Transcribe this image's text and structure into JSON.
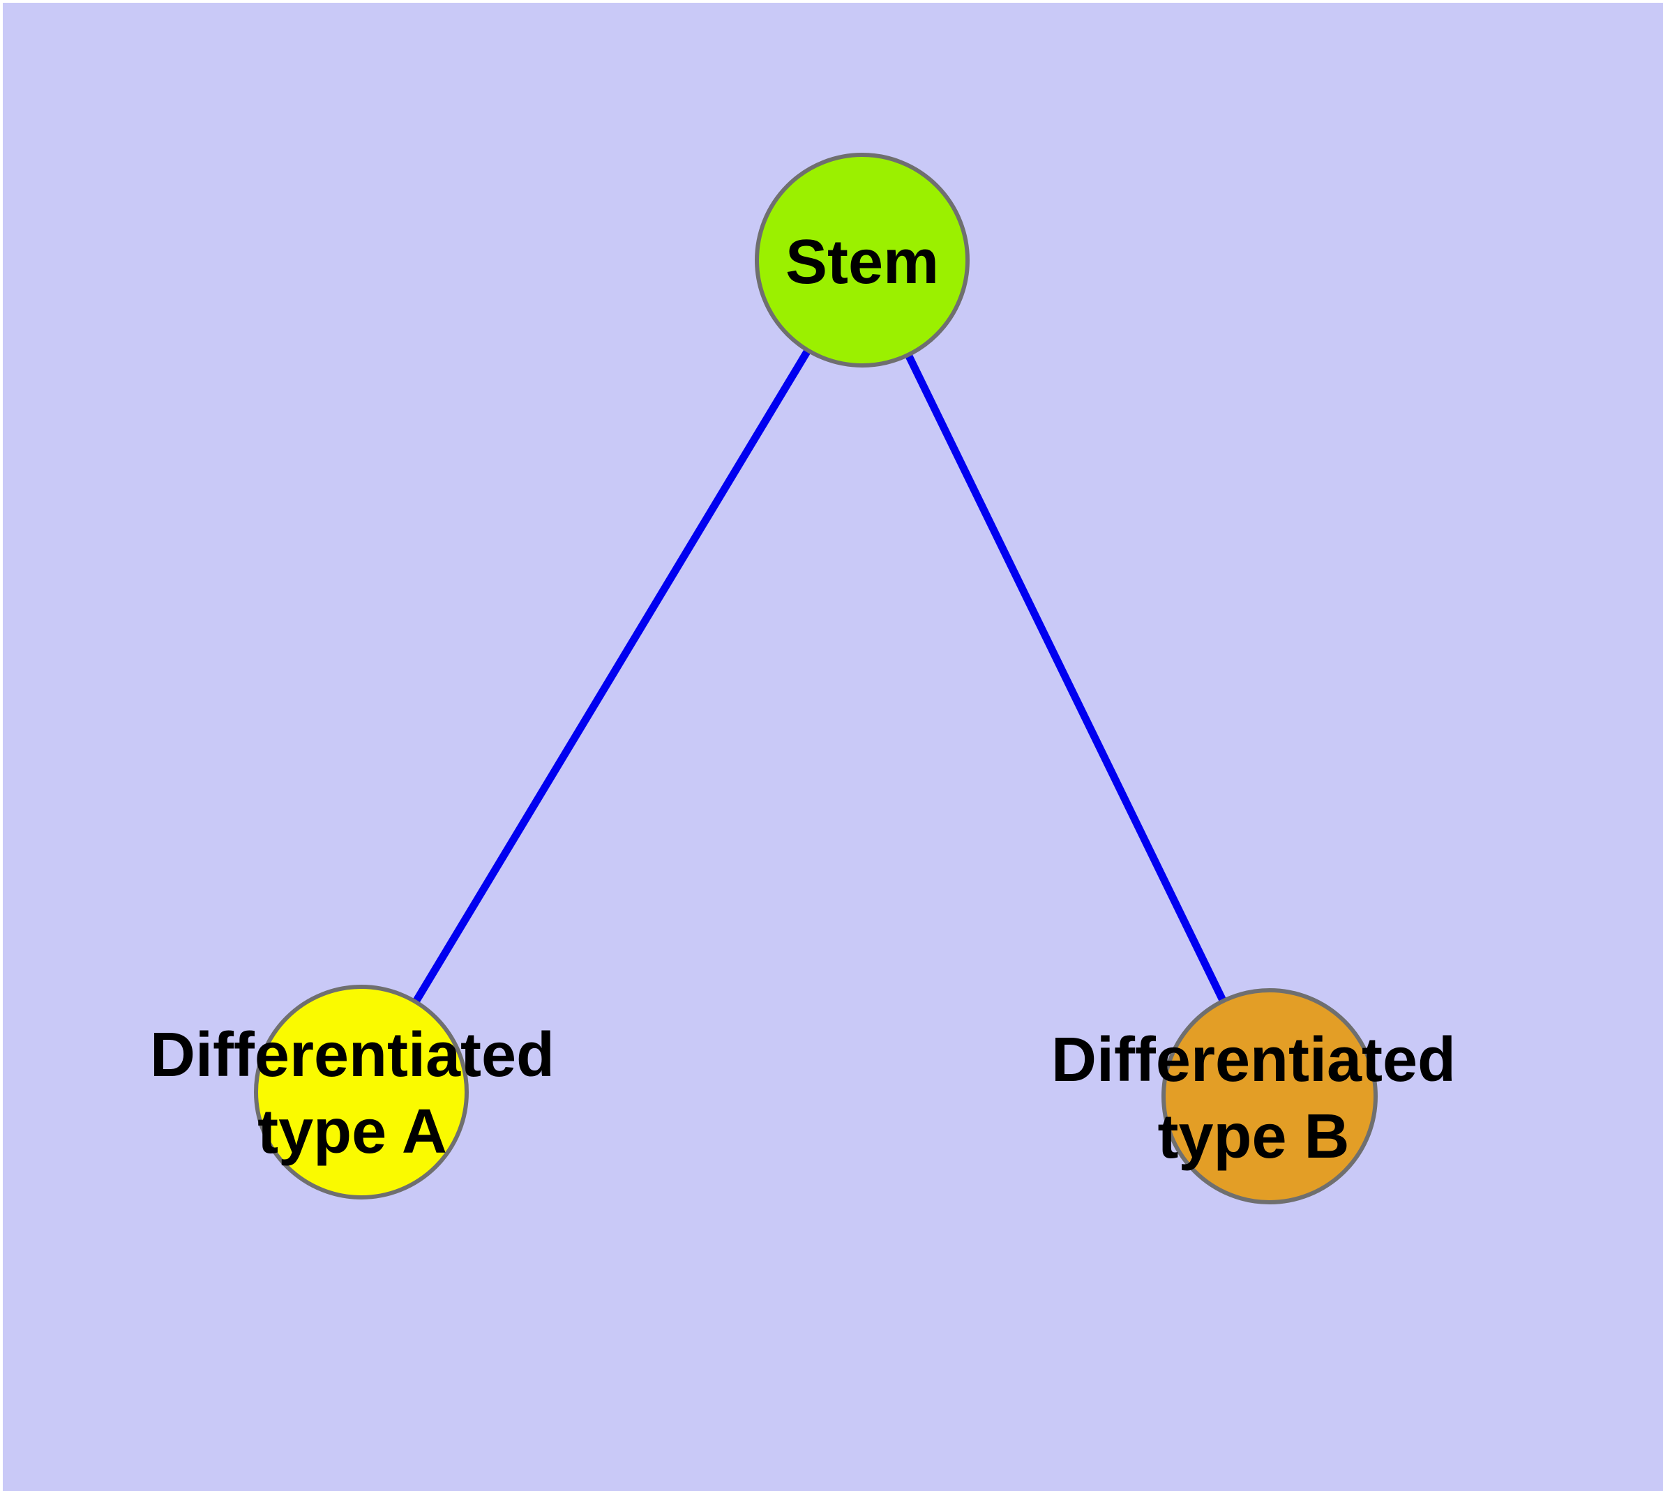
{
  "colors": {
    "background": "#C9C9F7",
    "edge": "#0000F0",
    "node_border": "#6F6F6F",
    "label_text": "#000000",
    "stem_fill": "#9BF000",
    "type_a_fill": "#FAFA00",
    "type_b_fill": "#E39E26"
  },
  "nodes": {
    "stem": {
      "label": "Stem"
    },
    "type_a": {
      "label_line1": "Differentiated",
      "label_line2": "type A"
    },
    "type_b": {
      "label_line1": "Differentiated",
      "label_line2": "type B"
    }
  },
  "edges": [
    {
      "from": "Stem",
      "to": "Differentiated type A"
    },
    {
      "from": "Stem",
      "to": "Differentiated type B"
    }
  ]
}
